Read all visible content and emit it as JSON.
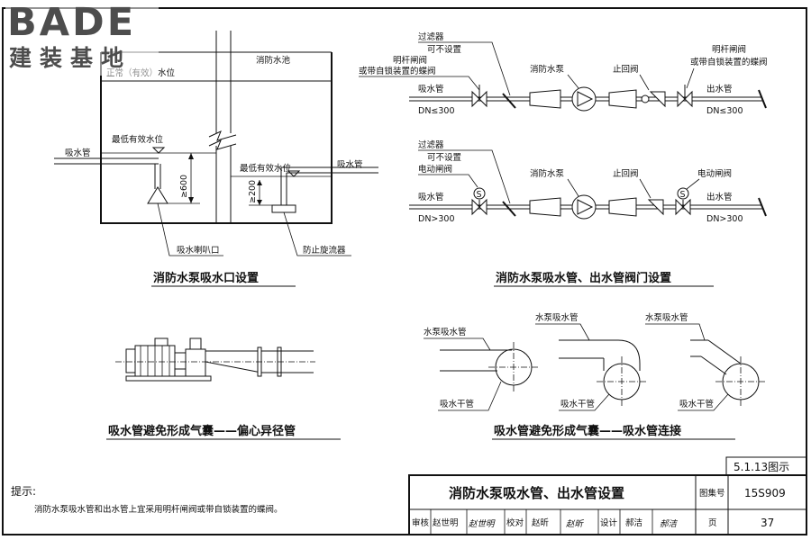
{
  "logo": {
    "brand": "BADE",
    "sub": "建装基地"
  },
  "intake": {
    "normal_level": "正常（有效）水位",
    "tank": "消防水池",
    "min_level_left": "最低有效水位",
    "min_level_right": "最低有效水位",
    "suction_left": "吸水管",
    "suction_right": "吸水管",
    "dim_600": "≥600",
    "dim_200": "≥200",
    "bell_mouth": "吸水喇叭口",
    "anti_vortex": "防止旋流器",
    "caption": "消防水泵吸水口设置"
  },
  "valves": {
    "top": {
      "filter": "过滤器",
      "note_1": "可不设置",
      "note_2": "明杆闸阀",
      "note_3": "或带自锁装置的蝶阀",
      "suction": "吸水管",
      "dn_in": "DN≤300",
      "pump": "消防水泵",
      "check": "止回阀",
      "gate_1": "明杆闸阀",
      "gate_2": "或带自锁装置的蝶阀",
      "outlet": "出水管",
      "dn_out": "DN≤300"
    },
    "bottom": {
      "filter": "过滤器",
      "note_1": "可不设置",
      "note_2": "电动闸阀",
      "suction": "吸水管",
      "dn_in": "DN>300",
      "pump": "消防水泵",
      "check": "止回阀",
      "gate": "电动闸阀",
      "outlet": "出水管",
      "dn_out": "DN>300",
      "motor_symbol": "S"
    },
    "caption": "消防水泵吸水管、出水管阀门设置"
  },
  "reducer": {
    "caption": "吸水管避免形成气囊——偏心异径管"
  },
  "connect": {
    "a_top": "水泵吸水管",
    "a_bottom": "吸水干管",
    "b_top": "水泵吸水管",
    "b_bottom": "吸水干管",
    "c_top": "水泵吸水管",
    "c_bottom": "吸水干管",
    "caption": "吸水管避免形成气囊——吸水管连接"
  },
  "figure_no": "5.1.13图示",
  "notes": {
    "label": "提示:",
    "text": "消防水泵吸水管和出水管上宜采用明杆闸阀或带自锁装置的蝶阀。"
  },
  "title_block": {
    "title": "消防水泵吸水管、出水管设置",
    "atlas_label": "图集号",
    "atlas_no": "15S909",
    "review_label": "审核",
    "reviewer": "赵世明",
    "review_sign": "赵世明",
    "check_label": "校对",
    "checker": "赵昕",
    "check_sign": "赵昕",
    "design_label": "设计",
    "designer": "郝洁",
    "design_sign": "郝洁",
    "page_label": "页",
    "page_no": "37"
  }
}
